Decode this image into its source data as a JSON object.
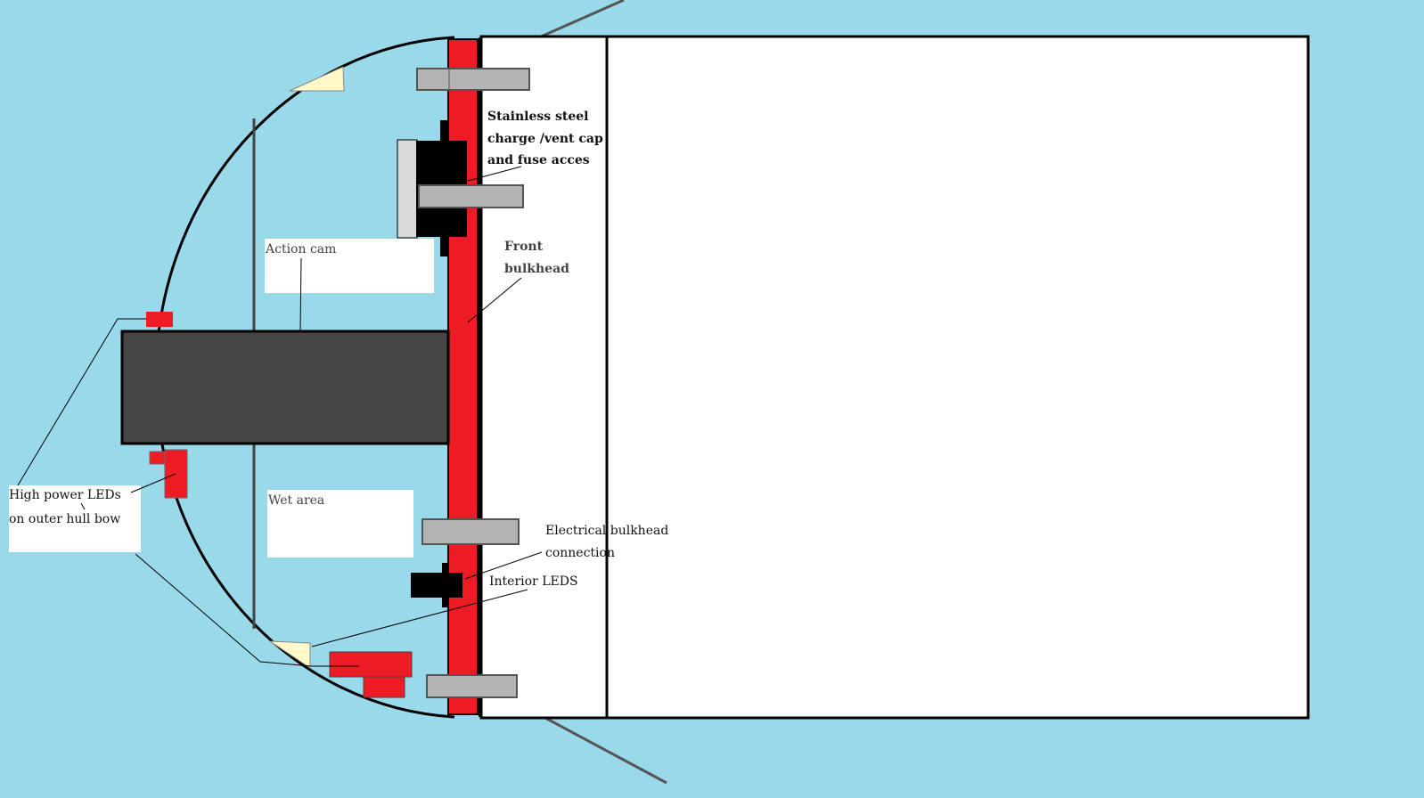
{
  "labels": {
    "cap_line1": "Stainless steel",
    "cap_line2": "charge /vent cap",
    "cap_line3": "and fuse acces",
    "front_line1": "Front",
    "front_line2": "bulkhead",
    "action_cam": "Action cam",
    "wet_area": "Wet area",
    "leds_line1": "High power LEDs",
    "leds_line2": "on outer hull bow",
    "elec_line1": "Electrical bulkhead",
    "elec_line2": "connection",
    "interior_leds": "Interior LEDS"
  },
  "colors": {
    "water": "#99d9ea",
    "bulkhead": "#ed1c24",
    "bolt": "#b4b4b4",
    "camera": "#464646",
    "led_lens": "#fff8c8"
  }
}
